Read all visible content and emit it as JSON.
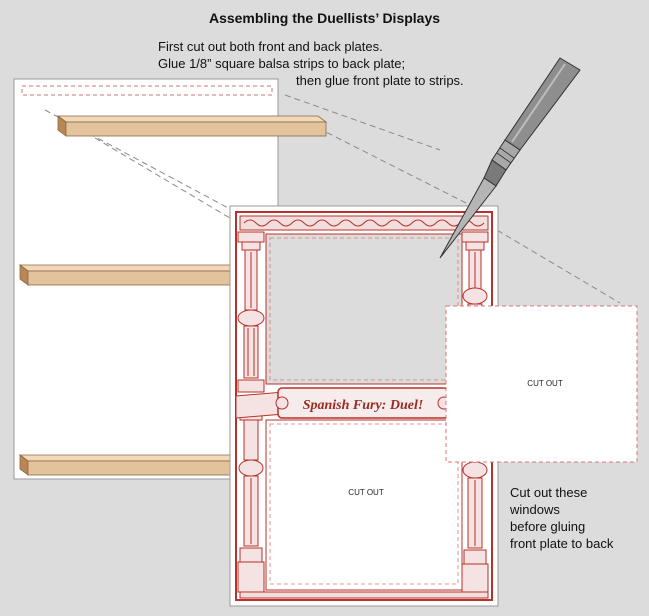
{
  "title": "Assembling the Duellists’ Displays",
  "instructions": {
    "line1": "First cut out both front and back plates.",
    "line2": "Glue 1/8” square balsa strips to back plate;",
    "line3": "then glue front plate to strips."
  },
  "front_plate": {
    "banner_text": "Spanish Fury: Duel!",
    "window_label": "CUT OUT"
  },
  "separate_window": {
    "label": "CUT OUT"
  },
  "caption": {
    "line1": "Cut out these",
    "line2": "windows",
    "line3": "before gluing",
    "line4": "front plate to back"
  },
  "colors": {
    "background": "#dcdcdc",
    "plate": "#ffffff",
    "border_red": "#b8312a",
    "wood_light": "#e8c9a3",
    "wood_dark": "#c99a6d",
    "knife_blade": "#9a9a9a",
    "knife_handle": "#8c8c8c"
  },
  "icons": [
    "balsa-strip-icon",
    "hobby-knife-icon",
    "column-ornament-icon",
    "scroll-banner-icon"
  ]
}
